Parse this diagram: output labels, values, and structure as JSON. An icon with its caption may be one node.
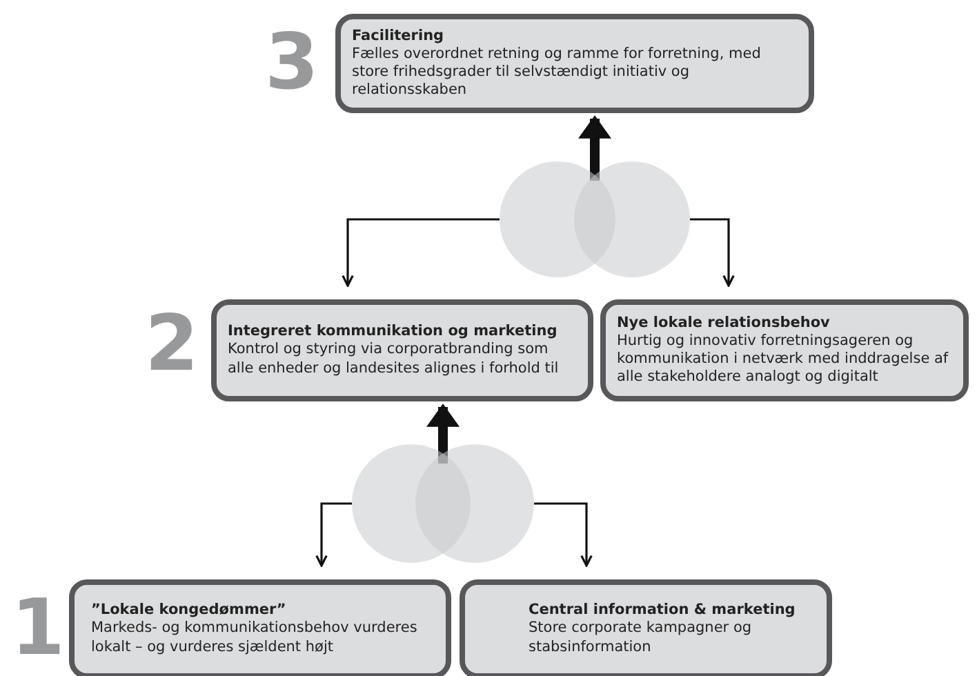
{
  "diagram": {
    "nodes": [
      {
        "text": [
          "Facilitering",
          "Fælles overordnet retning og ramme for forretning, med store frihedsgrader til selvstændigt initiativ og relationsskaben"
        ]
      },
      {
        "text": [],
        "shape": "circle"
      },
      {
        "text": [
          "Integreret kommunikation og marketing",
          "Kontrol og styring via corporatbranding som alle enheder og landesites alignes i forhold til"
        ]
      },
      {
        "text": [
          "Nye lokale relationsbehov",
          "Hurtig og innovativ forretningsageren og kommunikation i netværk med inddragelse af alle stakeholdere analogt og digitalt"
        ]
      },
      {
        "text": [],
        "shape": "circle"
      },
      {
        "text": [
          "”Lokale kongedømmer”",
          "Markeds- og kommunikationsbehov vurderes lokalt – og vurderes sjældent højt"
        ]
      },
      {
        "text": [
          "Central information & marketing",
          "Store corporate kampagner og stabsinformation"
        ]
      }
    ],
    "edges": [
      {
        "from": 1,
        "to": 0,
        "arrow": "to",
        "style": "thick"
      },
      {
        "from": 1,
        "to": 2,
        "arrow": "to"
      },
      {
        "from": 1,
        "to": 3,
        "arrow": "to"
      },
      {
        "from": 4,
        "to": 2,
        "arrow": "to",
        "style": "thick"
      },
      {
        "from": 4,
        "to": 5,
        "arrow": "to"
      },
      {
        "from": 4,
        "to": 6,
        "arrow": "to"
      }
    ],
    "labels": [
      "3",
      "2",
      "1"
    ]
  }
}
